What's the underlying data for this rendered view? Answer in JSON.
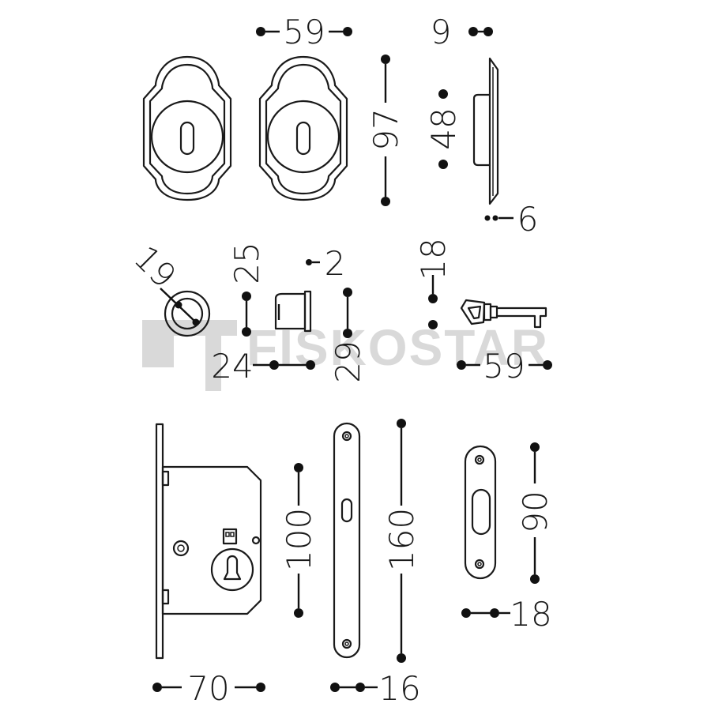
{
  "watermark": {
    "text": "FISKOSTAR",
    "color": "#d9d9d9"
  },
  "dimensions": {
    "escutcheon_width": "59",
    "escutcheon_height": "97",
    "escutcheon_depth": "9",
    "cup_height": "48",
    "plate_thickness": "6",
    "ring_diameter": "19",
    "cylinder_height": "25",
    "cylinder_wall": "2",
    "cylinder_width": "24",
    "cylinder_depth": "29",
    "key_height": "18",
    "key_length": "59",
    "lock_height": "100",
    "lock_width": "70",
    "faceplate_height": "160",
    "faceplate_width": "16",
    "strike_height": "90",
    "strike_width": "18"
  },
  "colors": {
    "line": "#1a1a1a",
    "background": "#ffffff"
  }
}
